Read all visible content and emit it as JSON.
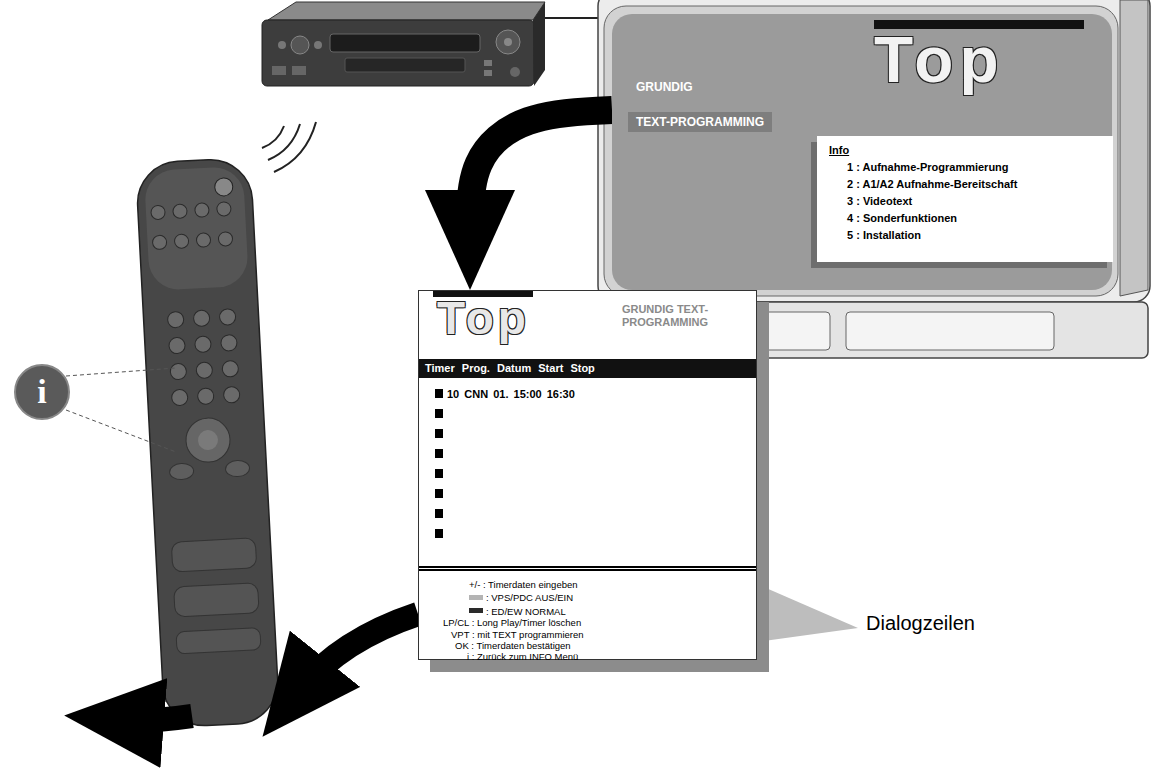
{
  "diagram": {
    "nodes": [
      {
        "text": [
          "Top",
          "GRUNDIG",
          "TEXT-PROGRAMMING"
        ]
      },
      {
        "text": [
          "Info",
          "1 : Aufnahme-Programmierung",
          "2 : A1/A2 Aufnahme-Bereitschaft",
          "3 : Videotext",
          "4 : Sonderfunktionen",
          "5 : Installation"
        ],
        "in": 0
      },
      {
        "text": [
          "Top",
          "GRUNDIG TEXT-PROGRAMMING"
        ]
      },
      {
        "text": [
          "Timer Prog. Datum Start Stop"
        ],
        "in": 2
      },
      {
        "text": [
          "10 CNN 01. 15:00 16:30"
        ],
        "in": 2
      },
      {
        "text": [
          "+/- : Timerdaten eingeben",
          "LP/CL : Long Play/Timer löschen",
          "VPT : mit TEXT programmieren",
          "OK : Timerdaten bestätigen",
          "i : Zurück zum INFO Menü"
        ],
        "in": 2
      },
      {
        "text": [
          "i"
        ]
      }
    ],
    "edges": [
      {
        "from": 0,
        "to": 2,
        "arrow": "to"
      }
    ],
    "labels": [
      "Dialogzeilen"
    ],
    "legend": [
      {
        "text": ": VPS/PDC AUS/EIN",
        "color": "#b4b4b4"
      },
      {
        "text": ": ED/EW NORMAL",
        "color": "#2a2a2a"
      }
    ]
  }
}
